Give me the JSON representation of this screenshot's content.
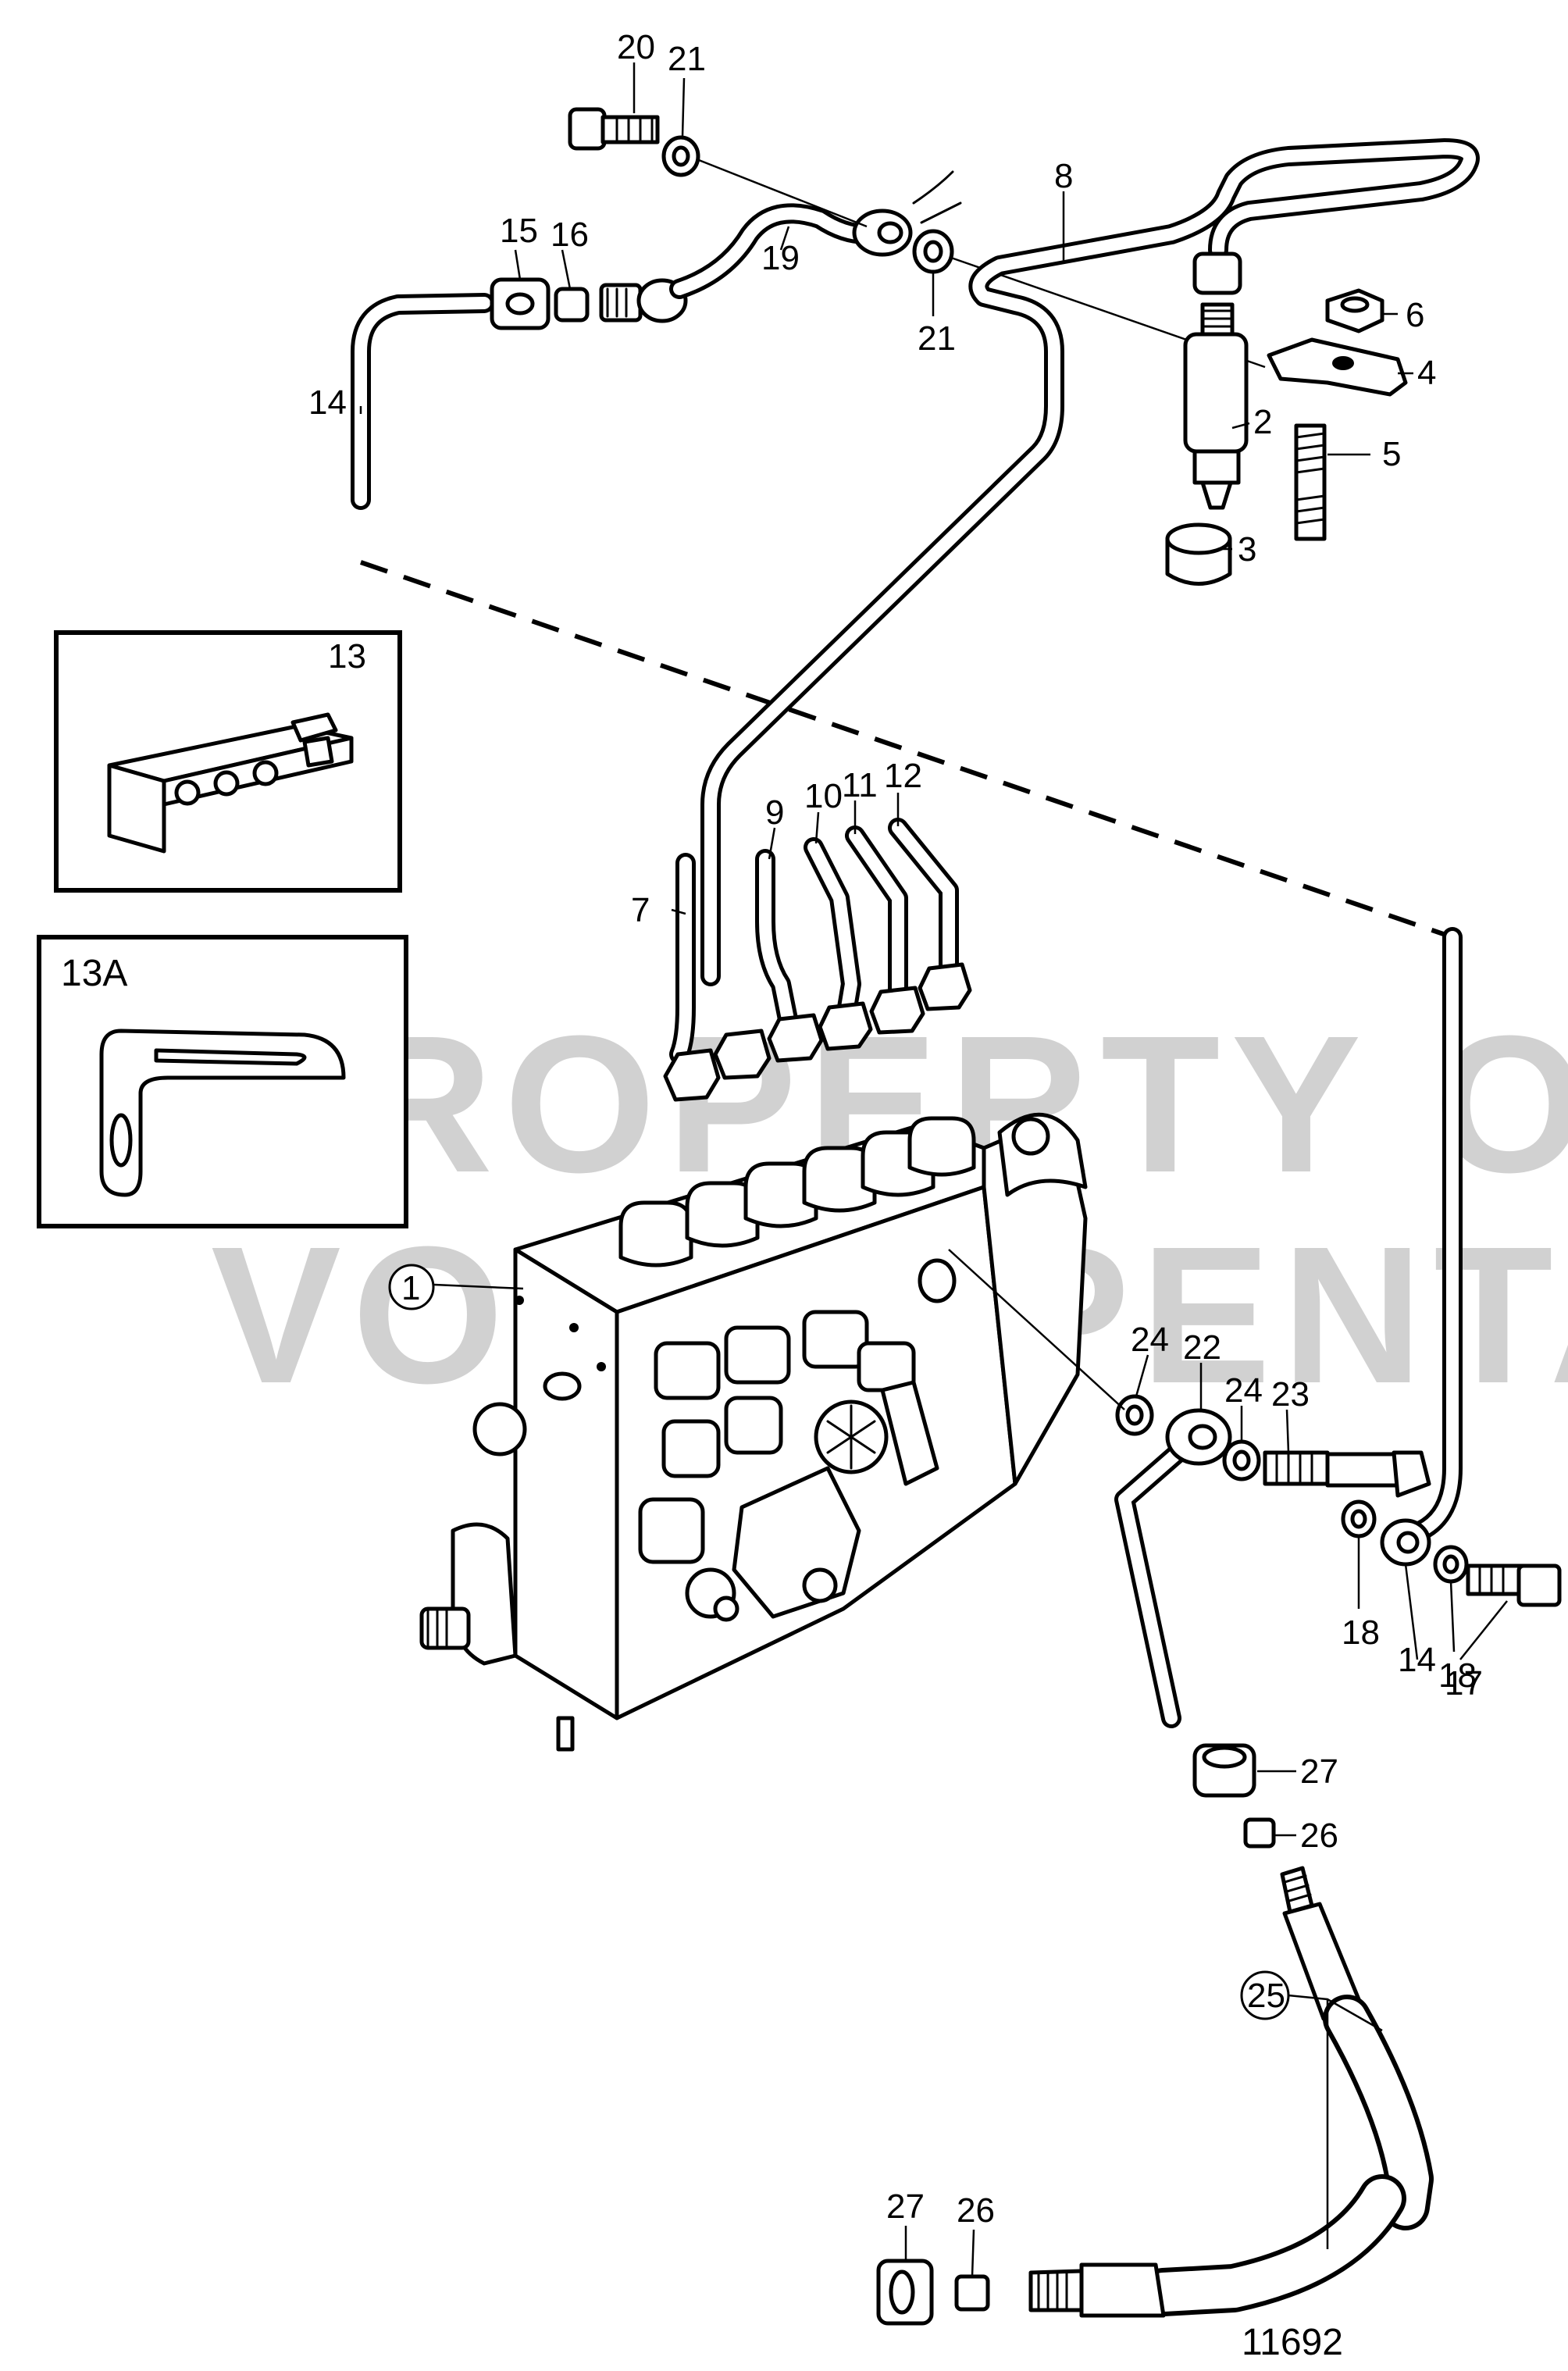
{
  "watermark": {
    "line1": "PROPERTY OF",
    "line2": "VOLVO PENTA"
  },
  "figure_number": "11692",
  "insets": {
    "bracket_13": "13",
    "bracket_13a": "13A"
  },
  "callouts": {
    "c1": "1",
    "c2": "2",
    "c3": "3",
    "c4": "4",
    "c5": "5",
    "c6": "6",
    "c7": "7",
    "c8": "8",
    "c9": "9",
    "c10": "10",
    "c11": "11",
    "c12": "12",
    "c14a": "14",
    "c14b": "14",
    "c15": "15",
    "c16": "16",
    "c17": "17",
    "c18a": "18",
    "c18b": "18",
    "c19": "19",
    "c20": "20",
    "c21a": "21",
    "c21b": "21",
    "c22": "22",
    "c23": "23",
    "c24a": "24",
    "c24b": "24",
    "c25": "25",
    "c26a": "26",
    "c26b": "26",
    "c27a": "27",
    "c27b": "27"
  }
}
